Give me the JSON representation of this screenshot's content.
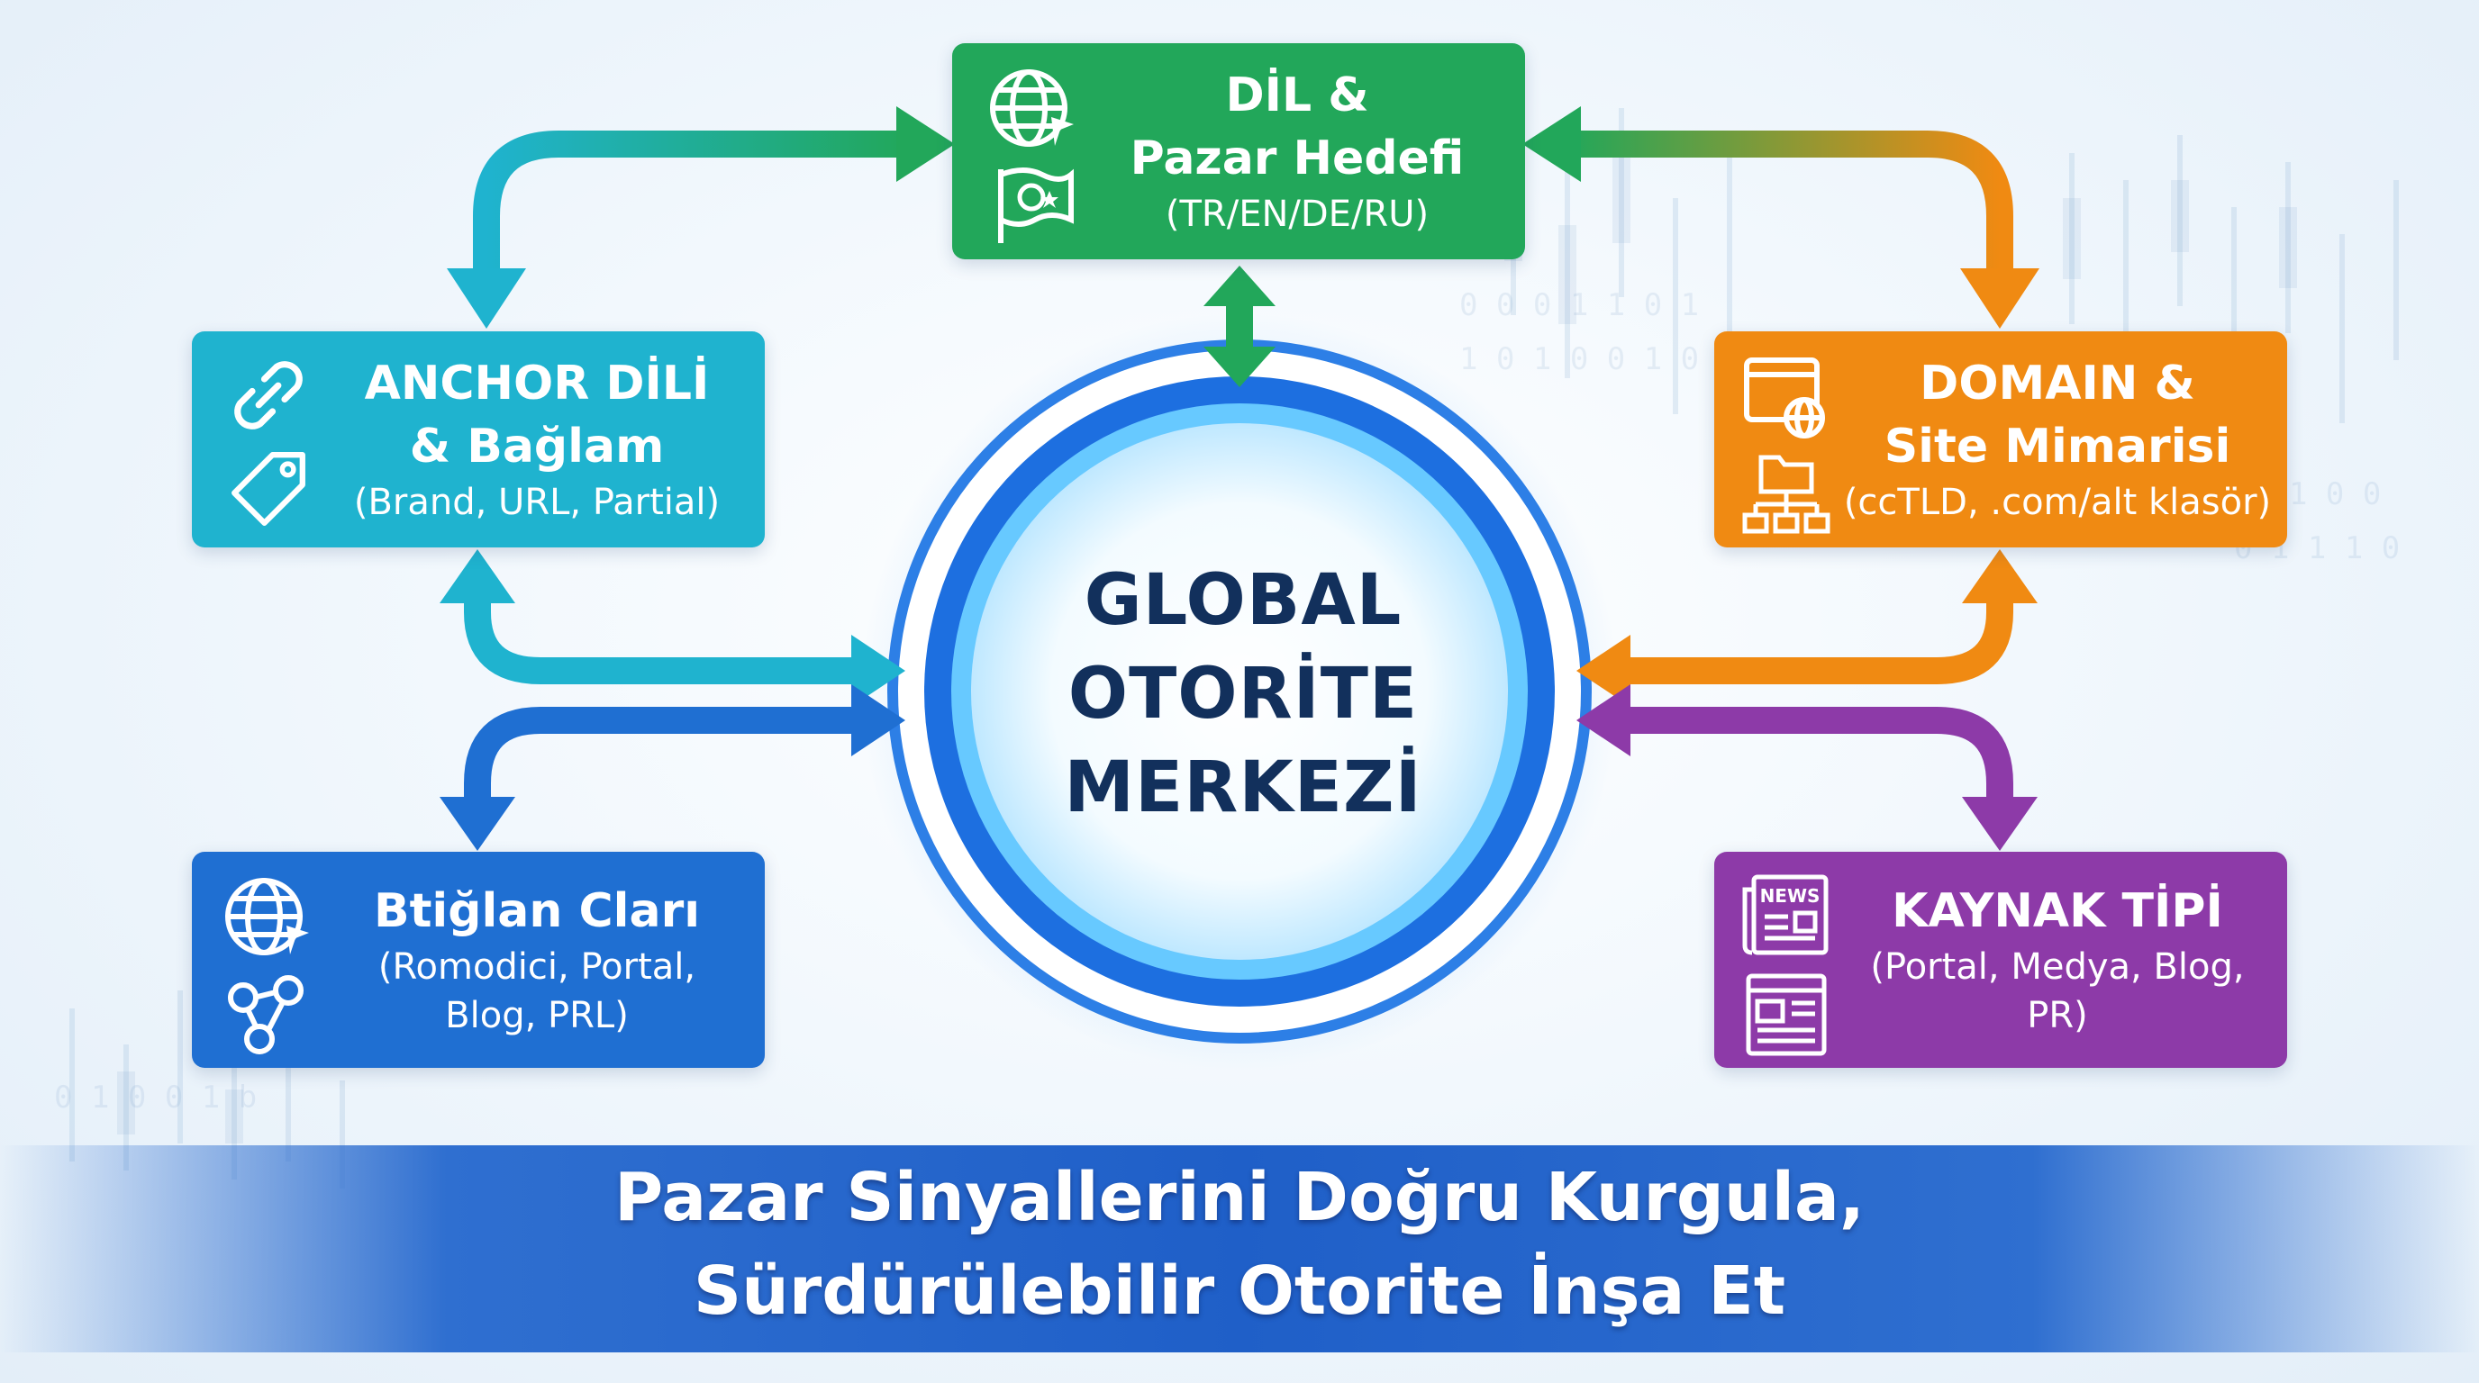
{
  "center": {
    "lines": [
      "GLOBAL",
      "OTORİTE",
      "MERKEZİ"
    ]
  },
  "boxes": {
    "dil": {
      "title1": "DİL &",
      "title2": "Pazar Hedefi",
      "sub": "(TR/EN/DE/RU)",
      "color": "#22a75a"
    },
    "anchor": {
      "title1": "ANCHOR DİLİ",
      "title2": "& Bağlam",
      "sub": "(Brand, URL, Partial)",
      "color": "#1fb3cf"
    },
    "domain": {
      "title1": "DOMAIN &",
      "title2": "Site Mimarisi",
      "sub": "(ccTLD, .com/alt klasör)",
      "color": "#f08a12"
    },
    "baglanti": {
      "title1": "Btiğlan Cları",
      "sub1": "(Romodici, Portal,",
      "sub2": "Blog, PRL)",
      "color": "#1f6fd2"
    },
    "kaynak": {
      "title1": "KAYNAK TİPİ",
      "sub1": "(Portal, Medya, Blog,",
      "sub2": "PR)",
      "color": "#8d3aa8"
    }
  },
  "icons": {
    "dil": [
      "globe-icon",
      "flag-icon"
    ],
    "anchor": [
      "link-icon",
      "tag-icon"
    ],
    "domain": [
      "browser-globe-icon",
      "folder-sitemap-icon"
    ],
    "baglanti": [
      "globe-icon",
      "network-icon"
    ],
    "kaynak": [
      "newspaper-icon",
      "article-icon"
    ],
    "news_label": "NEWS"
  },
  "banner": {
    "line1": "Pazar Sinyallerini Doğru Kurgula,",
    "line2": "Sürdürülebilir Otorite İnşa Et"
  }
}
